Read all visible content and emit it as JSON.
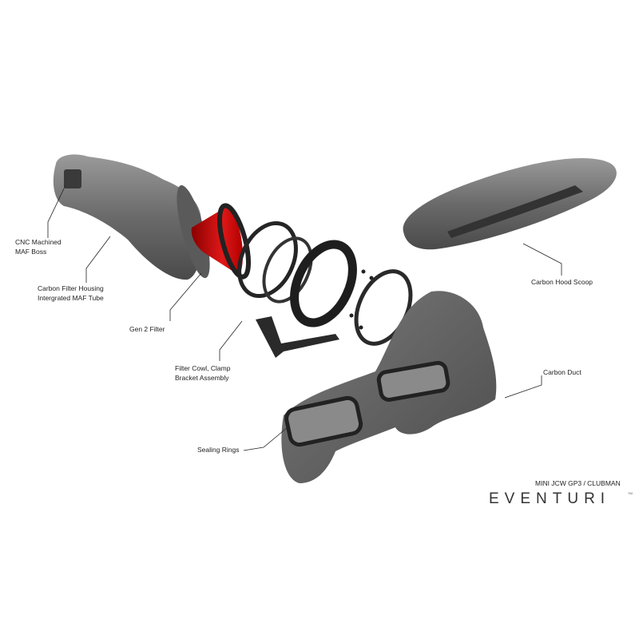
{
  "labels": {
    "maf_boss": [
      "CNC Machined",
      "MAF Boss"
    ],
    "housing": [
      "Carbon Filter Housing",
      "Intergrated MAF Tube"
    ],
    "filter": [
      "Gen 2 Filter"
    ],
    "cowl": [
      "Filter Cowl, Clamp",
      "Bracket Assembly"
    ],
    "hood_scoop": [
      "Carbon Hood Scoop"
    ],
    "duct": [
      "Carbon Duct"
    ],
    "sealing": [
      "Sealing Rings"
    ]
  },
  "brand": {
    "model": "MINI JCW GP3 / CLUBMAN",
    "logo": "EVENTURI",
    "trademark": "TM",
    "accent": "#d6001c"
  },
  "colors": {
    "carbon": "#6e6e6e",
    "filter": "#d41010",
    "rubber": "#1e1e1e"
  }
}
